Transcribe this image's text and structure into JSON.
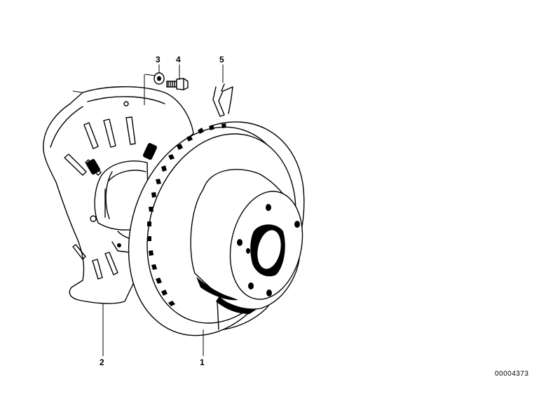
{
  "diagram": {
    "callouts": [
      {
        "id": "c1",
        "label": "1"
      },
      {
        "id": "c2",
        "label": "2"
      },
      {
        "id": "c3",
        "label": "3"
      },
      {
        "id": "c4",
        "label": "4"
      },
      {
        "id": "c5",
        "label": "5"
      }
    ],
    "doc_id": "00004373"
  }
}
